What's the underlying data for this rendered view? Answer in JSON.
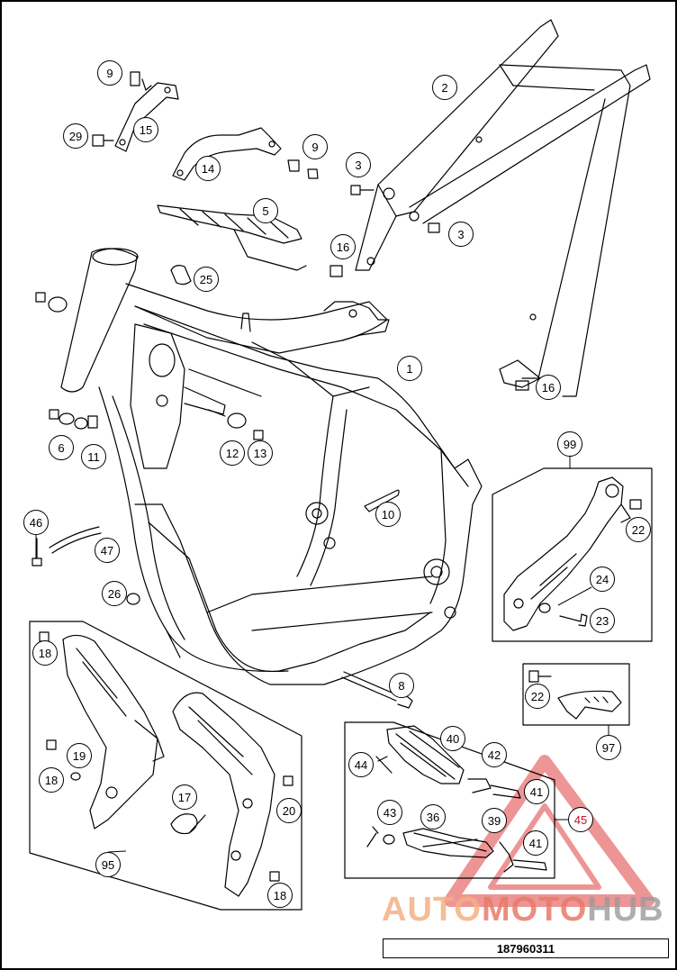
{
  "diagram": {
    "reference_number": "187960311",
    "watermark": {
      "part1": "AUTO",
      "part2": "MOTO",
      "part3": "HUB"
    },
    "callouts": {
      "c1": "1",
      "c2": "2",
      "c3a": "3",
      "c3b": "3",
      "c5": "5",
      "c6": "6",
      "c8": "8",
      "c9a": "9",
      "c9b": "9",
      "c10": "10",
      "c11": "11",
      "c12": "12",
      "c13": "13",
      "c14": "14",
      "c15": "15",
      "c16a": "16",
      "c16b": "16",
      "c17": "17",
      "c18a": "18",
      "c18b": "18",
      "c18c": "18",
      "c19": "19",
      "c20": "20",
      "c22a": "22",
      "c22b": "22",
      "c23": "23",
      "c24": "24",
      "c25": "25",
      "c26": "26",
      "c29": "29",
      "c36": "36",
      "c39": "39",
      "c40": "40",
      "c41a": "41",
      "c41b": "41",
      "c42": "42",
      "c43": "43",
      "c44": "44",
      "c45": "45",
      "c46": "46",
      "c47": "47",
      "c95": "95",
      "c97": "97",
      "c99": "99"
    },
    "colors": {
      "line": "#000000",
      "highlight": "#c8102e",
      "watermark_red": "#e04040"
    }
  }
}
